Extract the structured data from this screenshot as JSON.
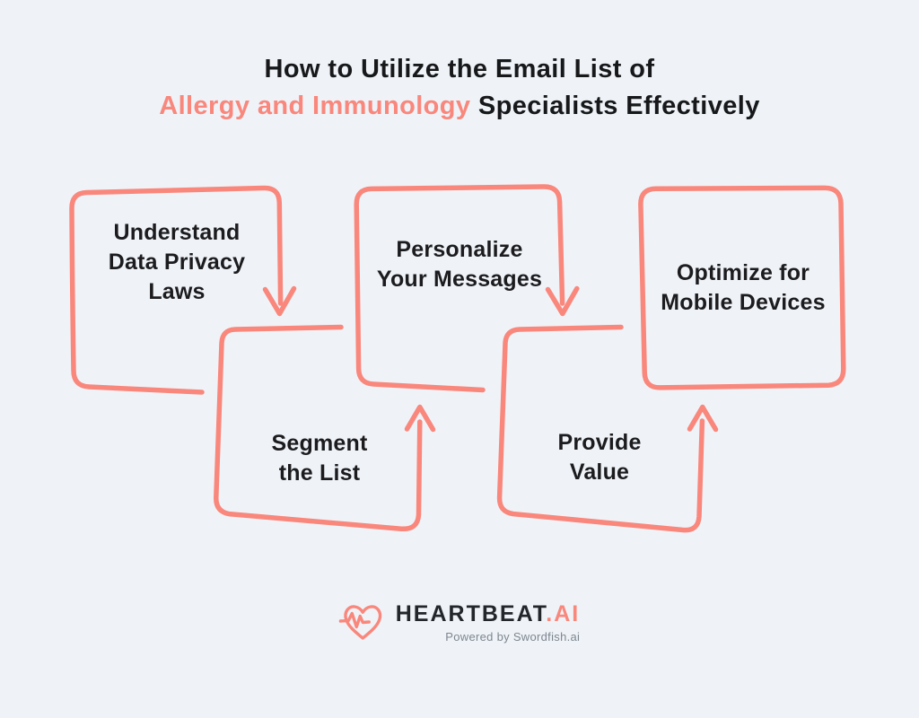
{
  "colors": {
    "background": "#EFF3F8",
    "accent_salmon": "#F9877C",
    "title_dark": "#17181A",
    "step_text_dark": "#1C1C1E",
    "logo_dark": "#23262B",
    "tagline_grey": "#7D868F"
  },
  "title": {
    "line1": "How to Utilize the Email List of",
    "line2_highlight": "Allergy and Immunology",
    "line2_rest": " Specialists Effectively"
  },
  "steps": [
    {
      "id": 1,
      "label": "Understand\nData Privacy\nLaws"
    },
    {
      "id": 2,
      "label": "Segment\nthe List"
    },
    {
      "id": 3,
      "label": "Personalize\nYour Messages"
    },
    {
      "id": 4,
      "label": "Provide\nValue"
    },
    {
      "id": 5,
      "label": "Optimize for\nMobile Devices"
    }
  ],
  "footer": {
    "logo_icon": "heart-ekg-icon",
    "brand_main": "HEARTBEAT",
    "brand_suffix": ".AI",
    "tagline": "Powered by Swordfish.ai"
  }
}
